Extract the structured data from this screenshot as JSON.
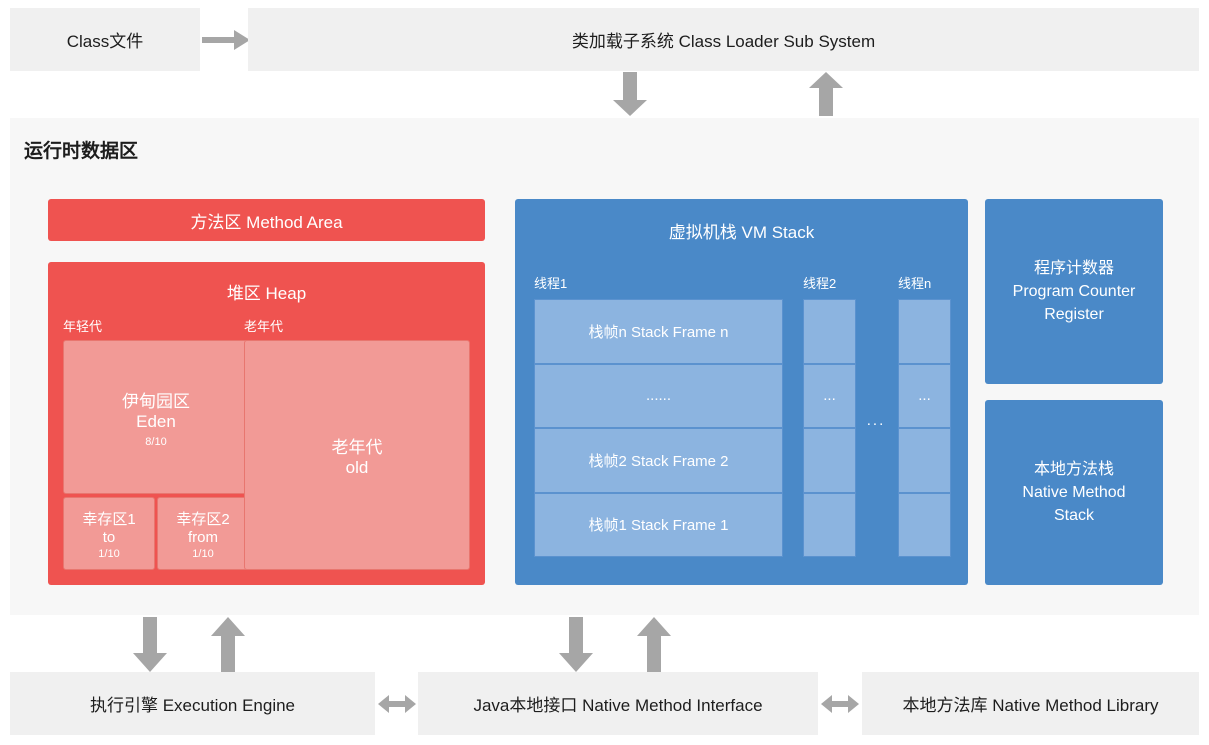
{
  "top": {
    "class_file": "Class文件",
    "arrow_right_icon": "arrow-right-icon",
    "class_loader": "类加载子系统 Class Loader Sub System",
    "arrow_down_icon": "arrow-down-icon",
    "arrow_up_icon": "arrow-up-icon"
  },
  "runtime": {
    "title": "运行时数据区",
    "method_area": "方法区 Method Area",
    "heap": {
      "title": "堆区 Heap",
      "young_label": "年轻代",
      "old_label": "老年代",
      "eden": {
        "cn": "伊甸园区",
        "en": "Eden",
        "ratio": "8/10"
      },
      "survivor1": {
        "cn": "幸存区1",
        "en": "to",
        "ratio": "1/10"
      },
      "survivor2": {
        "cn": "幸存区2",
        "en": "from",
        "ratio": "1/10"
      },
      "old": {
        "cn": "老年代",
        "en": "old"
      }
    },
    "vm_stack": {
      "title": "虚拟机栈 VM Stack",
      "thread1_label": "线程1",
      "thread2_label": "线程2",
      "threadn_label": "线程n",
      "thread1_frames": [
        "栈帧n Stack Frame n",
        "......",
        "栈帧2 Stack Frame 2",
        "栈帧1 Stack Frame 1"
      ],
      "thread2_frames": [
        "",
        "...",
        "",
        ""
      ],
      "threadn_frames": [
        "",
        "...",
        "",
        ""
      ],
      "between_threads_ellipsis": "..."
    },
    "pc_register": {
      "cn": "程序计数器",
      "en1": "Program Counter",
      "en2": "Register"
    },
    "native_method_stack": {
      "cn": "本地方法栈",
      "en1": "Native Method",
      "en2": "Stack"
    }
  },
  "bottom": {
    "execution_engine": "执行引擎 Execution Engine",
    "native_method_interface": "Java本地接口 Native Method Interface",
    "native_method_library": "本地方法库 Native Method Library",
    "arrow_down_icon": "arrow-down-icon",
    "arrow_up_icon": "arrow-up-icon",
    "arrow_lr_icon": "arrow-left-right-icon"
  },
  "colors": {
    "grey_box": "#f0f0f0",
    "panel": "#f7f7f7",
    "red": "#ef5350",
    "red_light": "#f29a96",
    "blue": "#4a89c8",
    "blue_light": "#8cb4e0",
    "arrow": "#a6a6a6"
  }
}
